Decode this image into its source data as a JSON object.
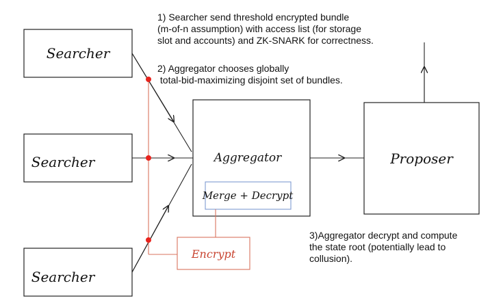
{
  "nodes": {
    "searcher_top": "Searcher",
    "searcher_middle": "Searcher",
    "searcher_bottom": "Searcher",
    "aggregator": "Aggregator",
    "merge_decrypt": "Merge + Decrypt",
    "encrypt": "Encrypt",
    "proposer": "Proposer"
  },
  "notes": {
    "step1": "1) Searcher send threshold encrypted bundle\n(m-of-n assumption) with access list (for storage\nslot and accounts) and ZK-SNARK for correctness.",
    "step2": "2) Aggregator chooses globally\n total-bid-maximizing disjoint set of bundles.",
    "step3": "3)Aggregator decrypt and compute\nthe state root (potentially lead to\ncollusion)."
  },
  "colors": {
    "ink": "#222222",
    "red_line": "#d9735e",
    "red_dot": "#e8231d",
    "encrypt_text": "#c8432f",
    "merge_box": "#7f9ad1"
  }
}
